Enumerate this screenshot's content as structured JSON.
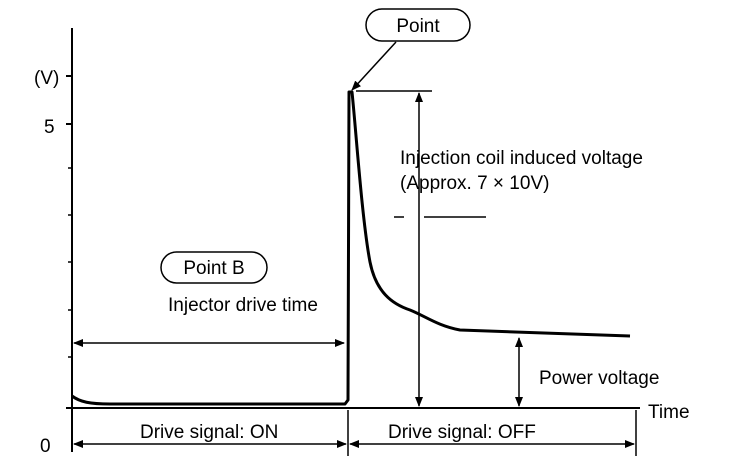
{
  "axes": {
    "y_unit": "(V)",
    "y_tick_5": "5",
    "origin_label": "0",
    "x_label": "Time"
  },
  "callouts": {
    "point": "Point",
    "point_b": "Point B"
  },
  "annotations": {
    "coil_line1": "Injection coil induced voltage",
    "coil_line2": "(Approx. 7 × 10V)",
    "injector_drive_time": "Injector drive time",
    "power_voltage": "Power voltage"
  },
  "drive_signal": {
    "on_label": "Drive signal: ON",
    "off_label": "Drive signal: OFF"
  },
  "colors": {
    "ink": "#000000",
    "background": "#ffffff"
  }
}
